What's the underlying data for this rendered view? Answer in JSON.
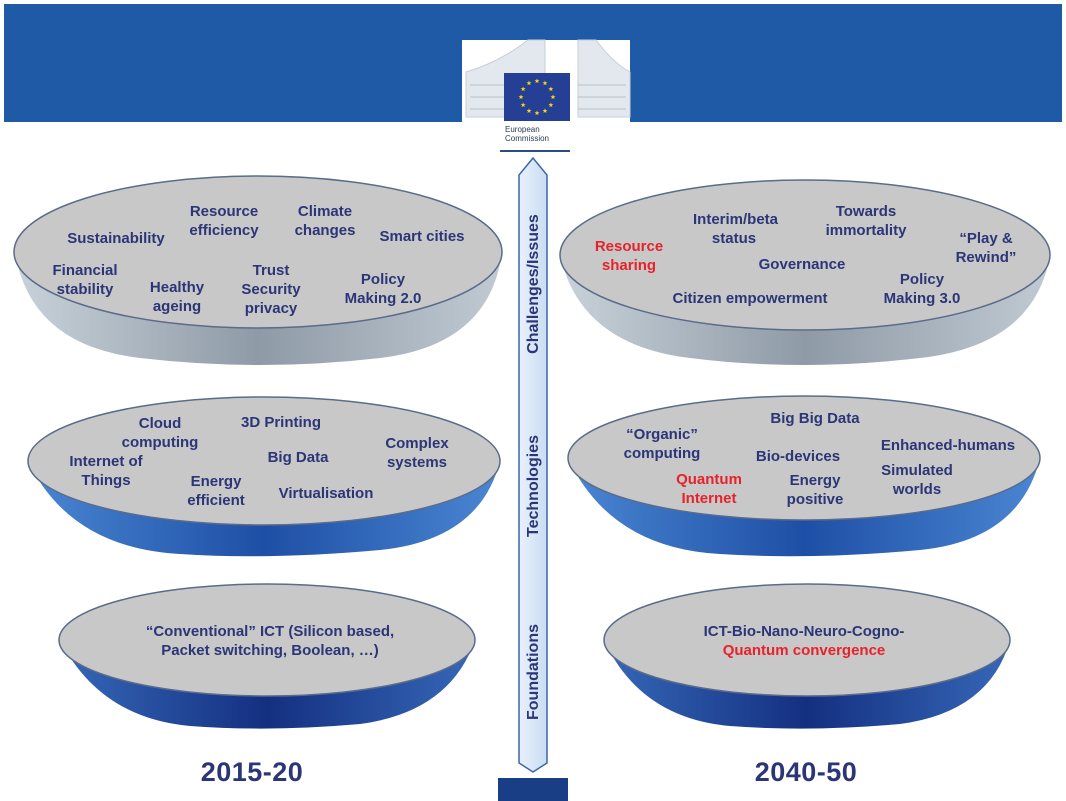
{
  "logo": {
    "line1": "European",
    "line2": "Commission"
  },
  "axis": {
    "challenges": "Challenges/Issues",
    "technologies": "Technologies",
    "foundations": "Foundations"
  },
  "years": {
    "left": "2015-20",
    "right": "2040-50"
  },
  "colors": {
    "banner": "#1f5aa6",
    "text": "#2b3577",
    "highlight": "#e8222a",
    "dish_top": "#c8c8c8",
    "dish_grey": "#9aa4ae",
    "dish_blue": "#2360b8",
    "dish_dark": "#1b3f90"
  },
  "left": {
    "challenges": {
      "sustainability": "Sustainability",
      "resource_efficiency": "Resource efficiency",
      "climate_changes": "Climate changes",
      "smart_cities": "Smart cities",
      "financial_stability": "Financial stability",
      "healthy_ageing": "Healthy ageing",
      "trust": "Trust Security privacy",
      "policy": "Policy Making 2.0"
    },
    "technologies": {
      "cloud": "Cloud computing",
      "printing": "3D Printing",
      "complex": "Complex systems",
      "iot": "Internet of Things",
      "big_data": "Big Data",
      "energy": "Energy efficient",
      "virtualisation": "Virtualisation"
    },
    "foundations": {
      "line1": "“Conventional” ICT (Silicon based,",
      "line2": "Packet switching, Boolean, …)"
    }
  },
  "right": {
    "challenges": {
      "resource_sharing": "Resource sharing",
      "interim": "Interim/beta status",
      "immortality": "Towards immortality",
      "play": "“Play & Rewind”",
      "governance": "Governance",
      "policy": "Policy Making 3.0",
      "citizen": "Citizen empowerment"
    },
    "technologies": {
      "bigbig": "Big Big Data",
      "organic": "“Organic” computing",
      "enhanced": "Enhanced-humans",
      "biodevices": "Bio-devices",
      "quantum_internet": "Quantum Internet",
      "energy_positive": "Energy positive",
      "simulated": "Simulated worlds"
    },
    "foundations": {
      "line1": "ICT-Bio-Nano-Neuro-Cogno-",
      "line2": "Quantum convergence"
    }
  }
}
